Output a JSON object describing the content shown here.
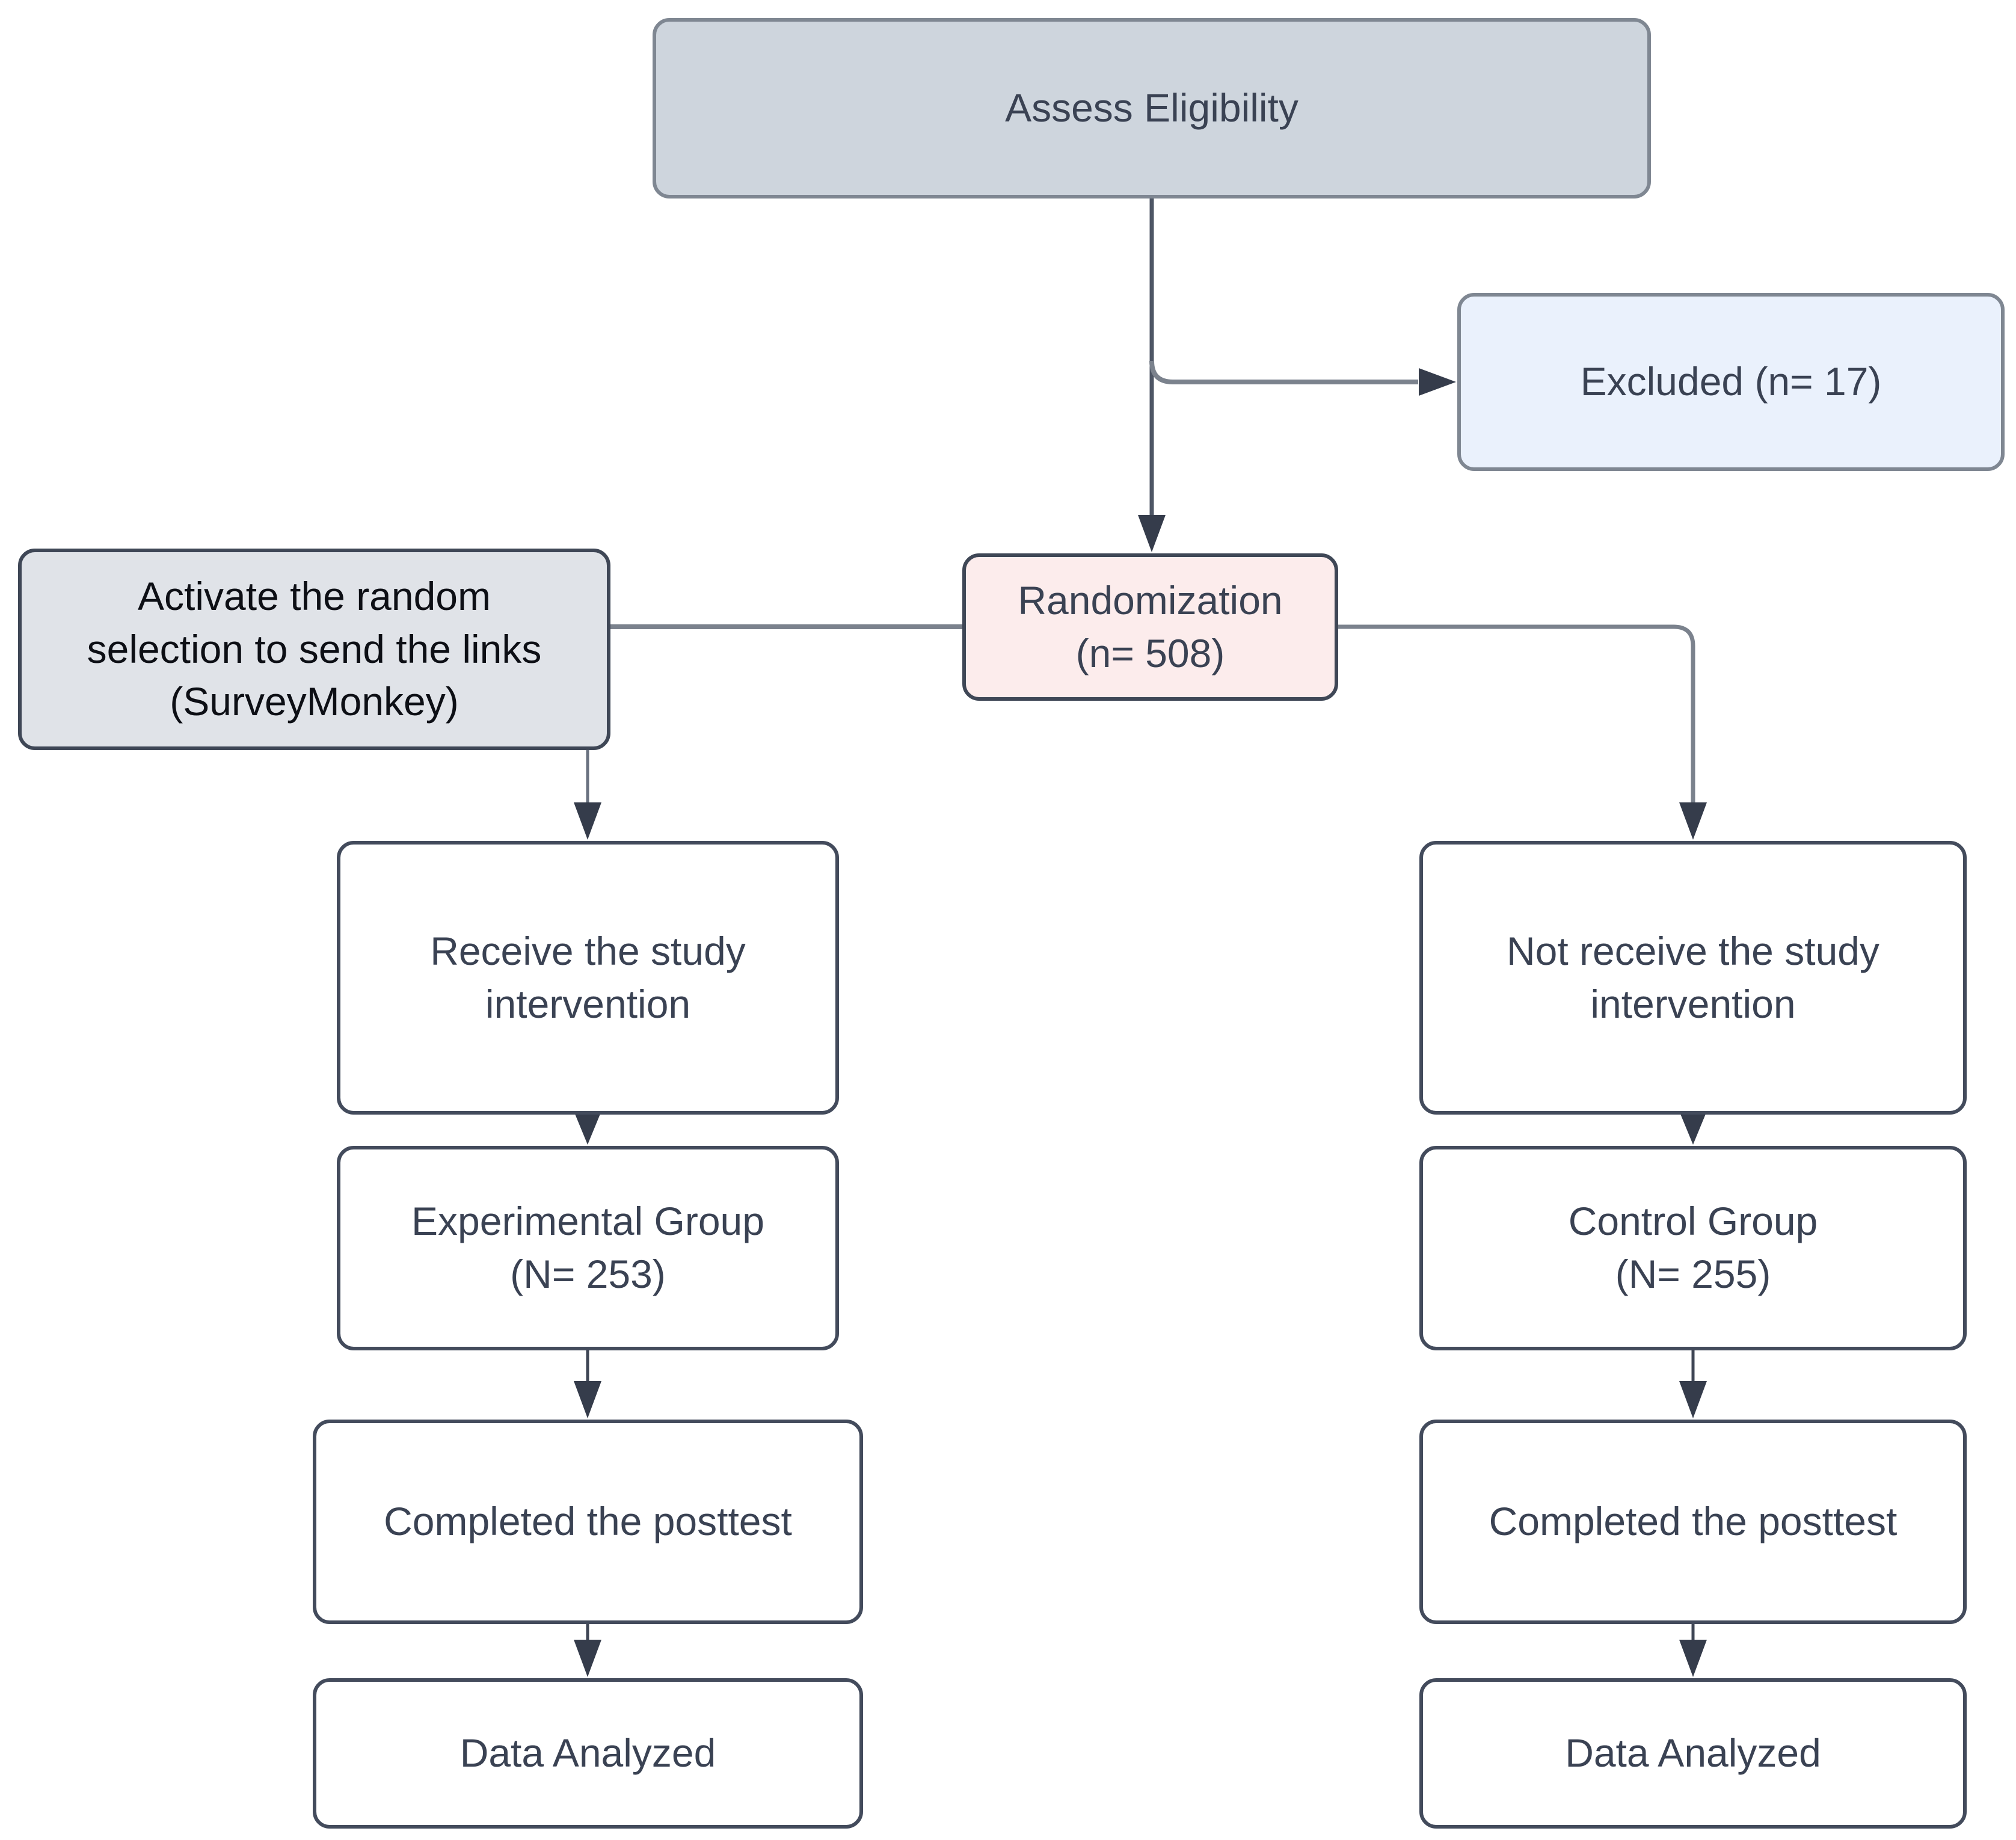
{
  "diagram": {
    "type": "flowchart",
    "nodes": {
      "assess": {
        "label": "Assess Eligibility",
        "fill": "#ced5dd",
        "border": "#7f8792",
        "text_color": "#3a4253"
      },
      "excluded": {
        "label": "Excluded (n= 17)",
        "fill": "#eaf1fc",
        "border": "#7f8792",
        "text_color": "#3a4253"
      },
      "activate": {
        "label": "Activate the random\nselection to send the links\n(SurveyMonkey)",
        "fill": "#e0e3e8",
        "border": "#3f4756",
        "text_color": "#0d0f15"
      },
      "randomization": {
        "label": "Randomization\n(n= 508)",
        "fill": "#fcecec",
        "border": "#3f4756",
        "text_color": "#3a4253"
      },
      "receive": {
        "label": "Receive the study\nintervention",
        "fill": "#ffffff",
        "border": "#434b5c",
        "text_color": "#3a4253"
      },
      "experimental": {
        "label": "Experimental Group\n(N= 253)",
        "fill": "#ffffff",
        "border": "#434b5c",
        "text_color": "#3a4253"
      },
      "completed_left": {
        "label": "Completed the posttest",
        "fill": "#ffffff",
        "border": "#434b5c",
        "text_color": "#3a4253"
      },
      "data_left": {
        "label": "Data Analyzed",
        "fill": "#ffffff",
        "border": "#434b5c",
        "text_color": "#3a4253"
      },
      "not_receive": {
        "label": "Not receive the study\nintervention",
        "fill": "#ffffff",
        "border": "#434b5c",
        "text_color": "#3a4253"
      },
      "control": {
        "label": "Control Group\n(N= 255)",
        "fill": "#ffffff",
        "border": "#434b5c",
        "text_color": "#3a4253"
      },
      "completed_right": {
        "label": "Completed the posttest",
        "fill": "#ffffff",
        "border": "#434b5c",
        "text_color": "#3a4253"
      },
      "data_right": {
        "label": "Data Analyzed",
        "fill": "#ffffff",
        "border": "#434b5c",
        "text_color": "#3a4253"
      }
    },
    "counts": {
      "excluded": 17,
      "randomized": 508,
      "experimental_group": 253,
      "control_group": 255
    },
    "edges": [
      {
        "from": "assess",
        "to": "randomization",
        "arrow": true
      },
      {
        "from": "assess",
        "to": "excluded",
        "arrow": true
      },
      {
        "from": "activate",
        "to": "randomization",
        "arrow": false
      },
      {
        "from": "randomization",
        "to": "not_receive",
        "arrow": true
      },
      {
        "from": "activate",
        "to": "receive",
        "arrow": true
      },
      {
        "from": "receive",
        "to": "experimental",
        "arrow": true
      },
      {
        "from": "experimental",
        "to": "completed_left",
        "arrow": true
      },
      {
        "from": "completed_left",
        "to": "data_left",
        "arrow": true
      },
      {
        "from": "not_receive",
        "to": "control",
        "arrow": true
      },
      {
        "from": "control",
        "to": "completed_right",
        "arrow": true
      },
      {
        "from": "completed_right",
        "to": "data_right",
        "arrow": true
      }
    ],
    "connector_colors": {
      "line": "#7b828d",
      "arrow": "#353c4b"
    }
  }
}
